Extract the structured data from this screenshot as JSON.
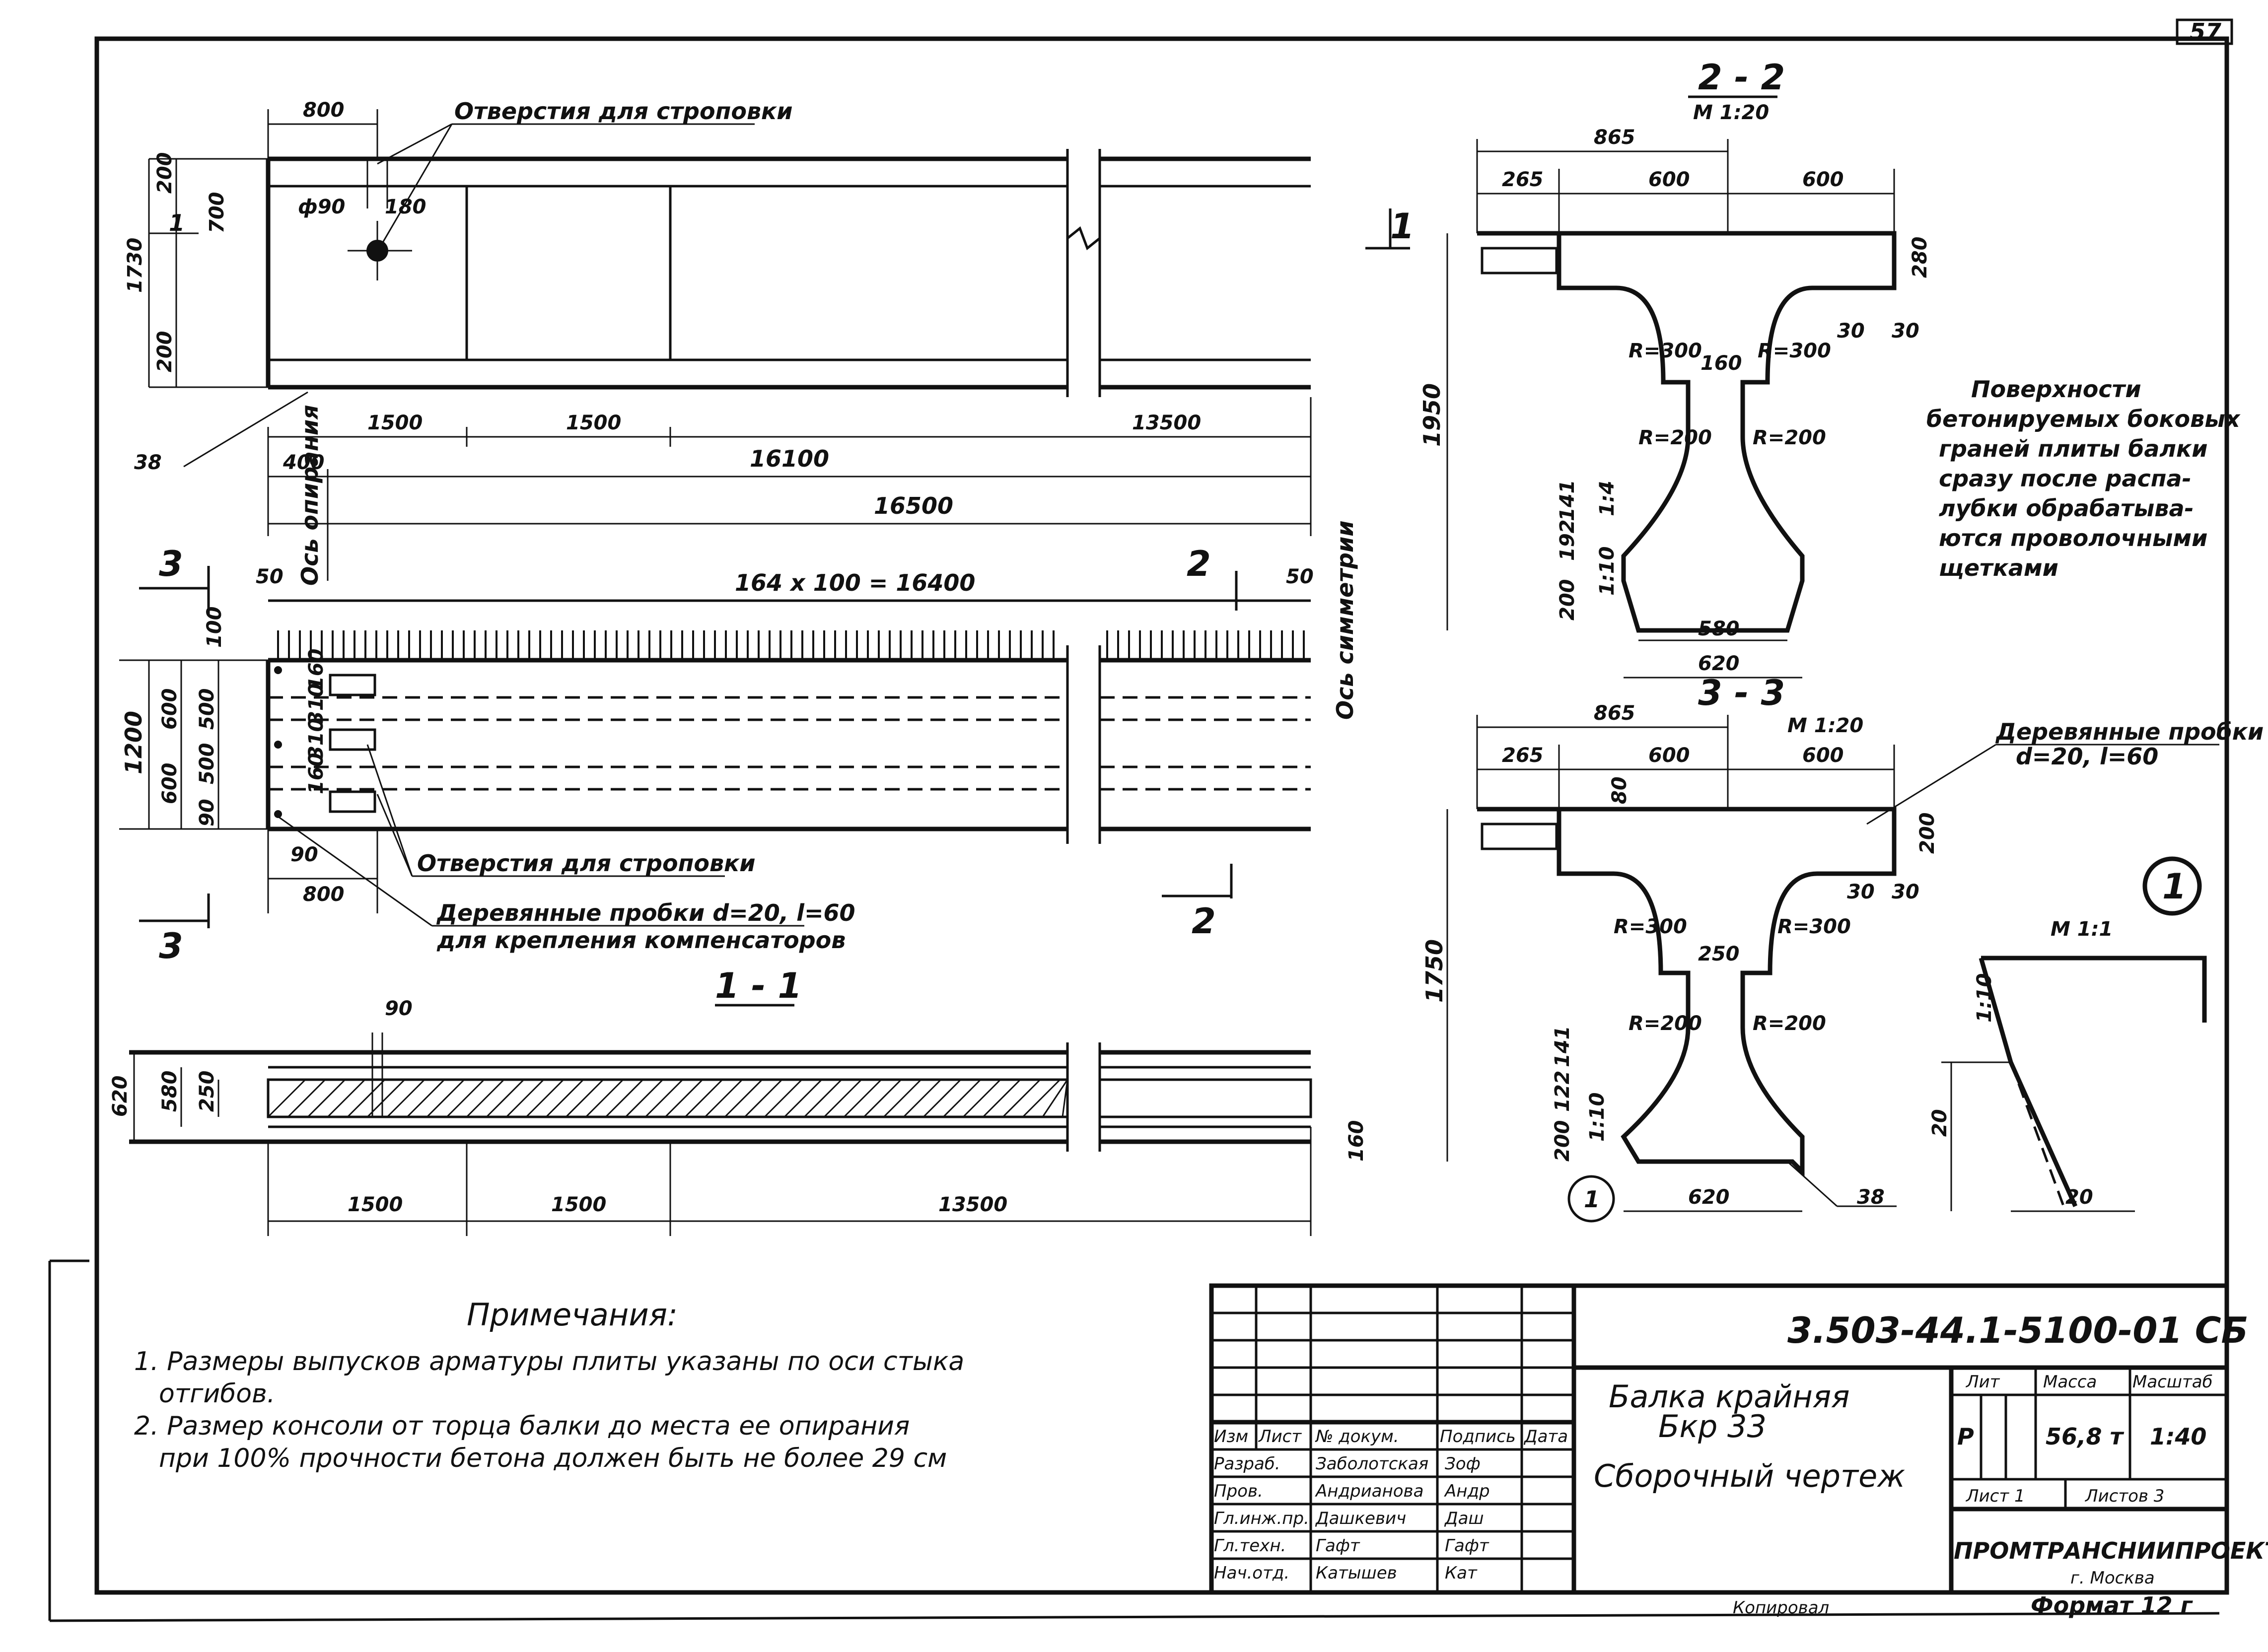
{
  "sheet_number": "57",
  "views": {
    "plan": {
      "lifting_holes_label": "Отверстия для строповки",
      "dims": [
        "800",
        "200",
        "700",
        "1730",
        "200",
        "ф90",
        "180",
        "38",
        "1500",
        "1500",
        "13500",
        "400",
        "16100",
        "16500"
      ],
      "axis_support": "Ось опирания",
      "axis_symmetry": "Ось симметрии",
      "cut_marks": [
        "1",
        "1"
      ]
    },
    "elevation": {
      "dims": [
        "50",
        "164 x 100 = 16400",
        "50",
        "100",
        "1200",
        "600",
        "600",
        "500",
        "500",
        "90",
        "160",
        "310",
        "310",
        "160",
        "90",
        "800"
      ],
      "lifting_holes_label": "Отверстия для строповки",
      "plugs_label_1": "Деревянные пробки d=20, l=60",
      "plugs_label_2": "для крепления компенсаторов",
      "cut_marks": [
        "3",
        "3",
        "2",
        "2"
      ]
    },
    "section_1_1": {
      "title": "1 - 1",
      "dims": [
        "90",
        "620",
        "580",
        "250",
        "160",
        "1500",
        "1500",
        "13500"
      ]
    },
    "section_2_2": {
      "title": "2 - 2",
      "scale": "М 1:20",
      "dims": [
        "865",
        "265",
        "600",
        "600",
        "280",
        "30",
        "30",
        "R=300",
        "160",
        "R=300",
        "1950",
        "R=200",
        "R=200",
        "141",
        "192",
        "200",
        "1:4",
        "1:10",
        "580",
        "620"
      ]
    },
    "section_3_3": {
      "title": "3 - 3",
      "scale": "М 1:20",
      "dims": [
        "865",
        "265",
        "600",
        "600",
        "80",
        "200",
        "30",
        "30",
        "R=300",
        "250",
        "R=300",
        "1750",
        "R=200",
        "R=200",
        "141",
        "122",
        "200",
        "1:10",
        "620",
        "38"
      ],
      "marker": "1",
      "plugs_label_1": "Деревянные пробки",
      "plugs_label_2": "d=20, l=60"
    },
    "detail_1": {
      "marker": "1",
      "scale": "М 1:1",
      "dims": [
        "1:10",
        "20",
        "20"
      ]
    },
    "surface_note": [
      "Поверхности",
      "бетонируемых боковых",
      "граней плиты балки",
      "сразу после распа-",
      "лубки обрабатыва-",
      "ются проволочными",
      "щетками"
    ]
  },
  "notes": {
    "heading": "Примечания:",
    "items": [
      "1. Размеры выпусков арматуры плиты указаны по оси стыка",
      "отгибов.",
      "2. Размер консоли от торца балки до места ее опирания",
      "при 100% прочности бетона должен быть не более 29 см"
    ]
  },
  "title_block": {
    "document_code": "3.503-44.1-5100-01 СБ",
    "title_line1": "Балка крайняя",
    "title_line2": "Бкр 33",
    "title_line3": "Сборочный чертеж",
    "col_headers": [
      "Изм",
      "Лист",
      "№ докум.",
      "Подпись",
      "Дата"
    ],
    "roles": [
      {
        "role": "Разраб.",
        "name": "Заболотская",
        "sig": "Зоф"
      },
      {
        "role": "Пров.",
        "name": "Андрианова",
        "sig": "Андр"
      },
      {
        "role": "Гл.инж.пр.",
        "name": "Дашкевич",
        "sig": "Даш"
      },
      {
        "role": "Гл.техн.",
        "name": "Гафт",
        "sig": "Гафт"
      },
      {
        "role": "Нач.отд.",
        "name": "Катышев",
        "sig": "Кат"
      }
    ],
    "lit_header": "Лит",
    "mass_header": "Масса",
    "scale_header": "Масштаб",
    "lit_value": "Р",
    "mass_value": "56,8 т",
    "scale_value": "1:40",
    "sheet_label": "Лист 1",
    "sheets_label": "Листов 3",
    "organization": "ПРОМТРАНСНИИПРОЕКТ",
    "city": "г. Москва"
  },
  "footer": {
    "copied": "Копировал",
    "format": "Формат 12 г"
  }
}
